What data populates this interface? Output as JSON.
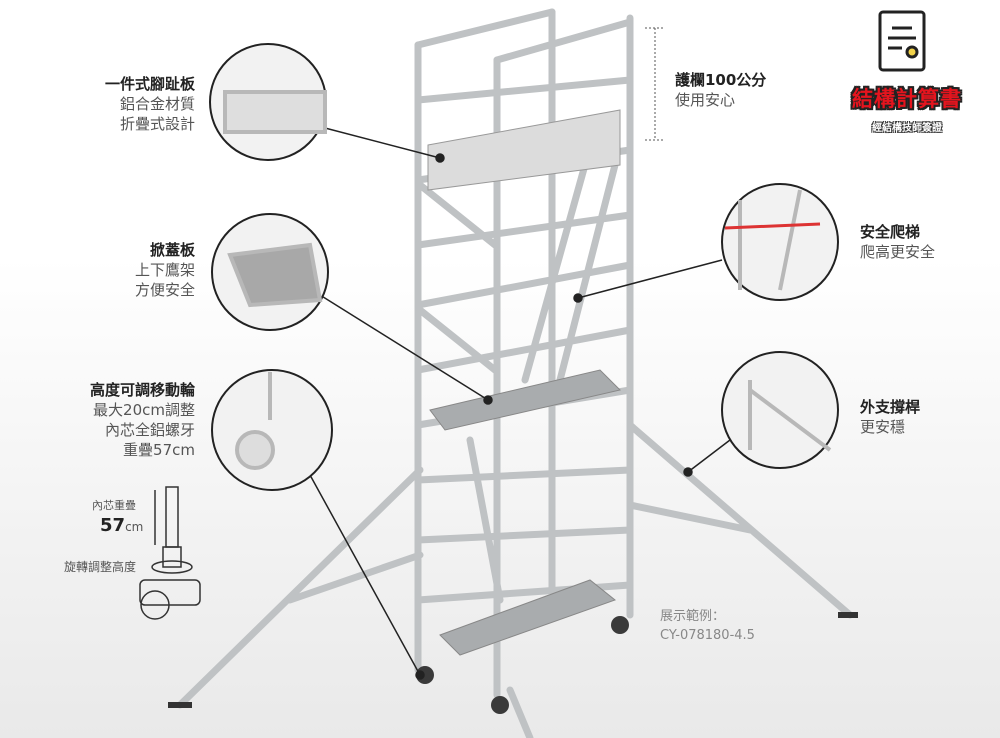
{
  "callouts": {
    "toe_board": {
      "title": "一件式腳趾板",
      "lines": [
        "鋁合金材質",
        "折疊式設計"
      ]
    },
    "hatch": {
      "title": "掀蓋板",
      "lines": [
        "上下鷹架",
        "方便安全"
      ]
    },
    "caster": {
      "title": "高度可調移動輪",
      "lines": [
        "最大20cm調整",
        "內芯全鋁螺牙",
        "重疊57cm"
      ]
    },
    "guardrail": {
      "title": "護欄100公分",
      "lines": [
        "使用安心"
      ]
    },
    "ladder": {
      "title": "安全爬梯",
      "lines": [
        "爬高更安全"
      ]
    },
    "outrigger": {
      "title": "外支撐桿",
      "lines": [
        "更安穩"
      ]
    }
  },
  "caster_detail": {
    "overlap_label": "內芯重疊",
    "overlap_value": "57",
    "overlap_unit": "cm",
    "rotate_label": "旋轉調整高度"
  },
  "badge": {
    "title": "結構計算書",
    "subtitle": "經結構技師簽證"
  },
  "model": {
    "label": "展示範例：",
    "code": "CY-078180-4.5"
  },
  "colors": {
    "accent_red": "#e5141e",
    "tube": "#c9cbcc",
    "text": "#333333"
  }
}
